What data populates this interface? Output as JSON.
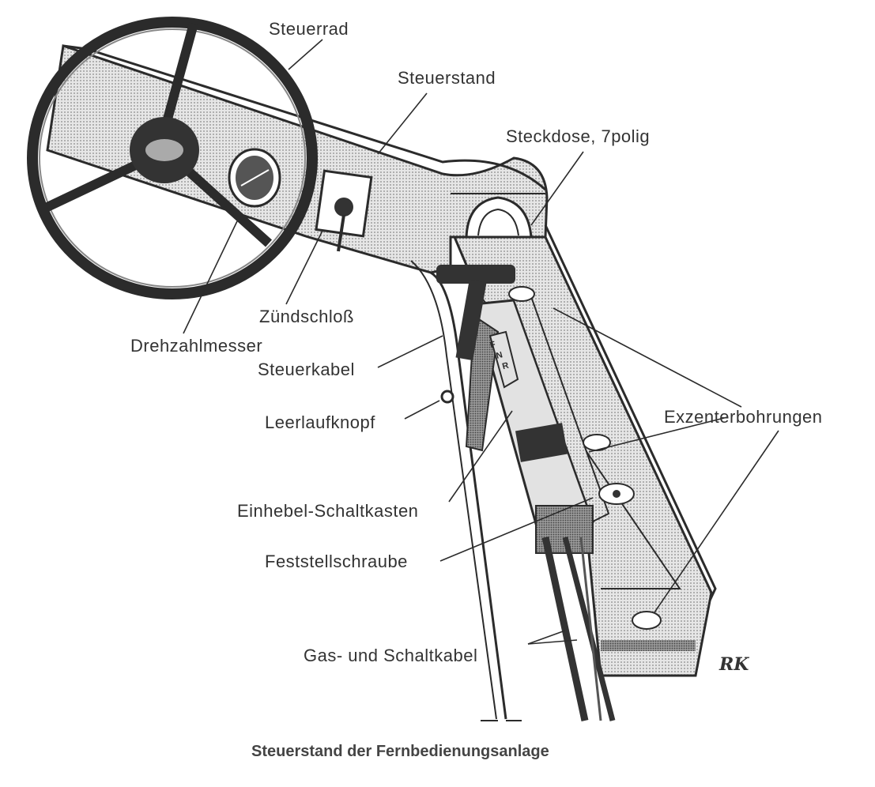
{
  "labels": {
    "steuerrad": "Steuerrad",
    "steuerstand": "Steuerstand",
    "steckdose": "Steckdose, 7polig",
    "zuendschloss": "Zündschloß",
    "drehzahlmesser": "Drehzahlmesser",
    "steuerkabel": "Steuerkabel",
    "leerlaufknopf": "Leerlaufknopf",
    "exzenterbohrungen": "Exzenterbohrungen",
    "einhebel_schaltkasten": "Einhebel-Schaltkasten",
    "feststellschraube": "Feststellschraube",
    "gas_schaltkabel": "Gas- und Schaltkabel"
  },
  "shift_marks": [
    "F",
    "N",
    "R"
  ],
  "caption": "Steuerstand der Fernbedienungsanlage",
  "signature": "RK",
  "colors": {
    "ink": "#2b2b2b",
    "shade": "#bdbdbd",
    "light": "#e2e2e2",
    "paper": "#ffffff"
  }
}
